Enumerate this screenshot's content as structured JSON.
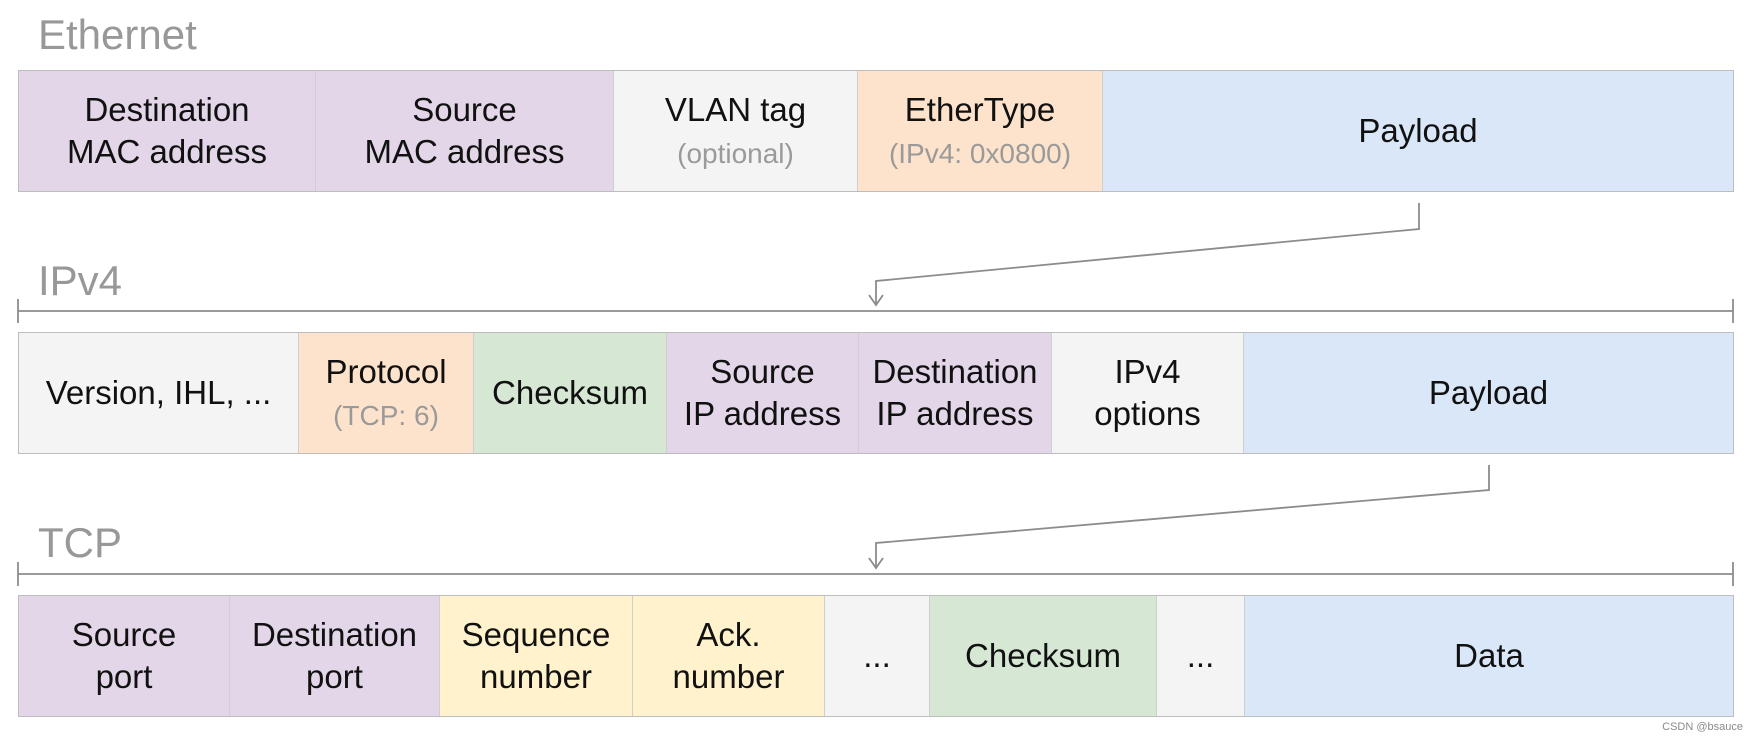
{
  "colors": {
    "purple": "#e2d6e8",
    "gray": "#f4f4f4",
    "orange": "#fde3cb",
    "blue": "#d9e7f8",
    "green": "#d6e8d4",
    "yellow": "#fff2cd",
    "line": "#8c8c8c",
    "title": "#989898"
  },
  "ethernet": {
    "title": "Ethernet",
    "fields": [
      {
        "label": "Destination\nMAC address",
        "note": ""
      },
      {
        "label": "Source\nMAC address",
        "note": ""
      },
      {
        "label": "VLAN tag",
        "note": "(optional)"
      },
      {
        "label": "EtherType",
        "note": "(IPv4: 0x0800)"
      },
      {
        "label": "Payload",
        "note": ""
      }
    ]
  },
  "ipv4": {
    "title": "IPv4",
    "fields": [
      {
        "label": "Version, IHL, ...",
        "note": ""
      },
      {
        "label": "Protocol",
        "note": "(TCP: 6)"
      },
      {
        "label": "Checksum",
        "note": ""
      },
      {
        "label": "Source\nIP address",
        "note": ""
      },
      {
        "label": "Destination\nIP address",
        "note": ""
      },
      {
        "label": "IPv4\noptions",
        "note": ""
      },
      {
        "label": "Payload",
        "note": ""
      }
    ]
  },
  "tcp": {
    "title": "TCP",
    "fields": [
      {
        "label": "Source\nport",
        "note": ""
      },
      {
        "label": "Destination\nport",
        "note": ""
      },
      {
        "label": "Sequence\nnumber",
        "note": ""
      },
      {
        "label": "Ack.\nnumber",
        "note": ""
      },
      {
        "label": "...",
        "note": ""
      },
      {
        "label": "Checksum",
        "note": ""
      },
      {
        "label": "...",
        "note": ""
      },
      {
        "label": "Data",
        "note": ""
      }
    ]
  },
  "watermark": "CSDN @bsauce"
}
